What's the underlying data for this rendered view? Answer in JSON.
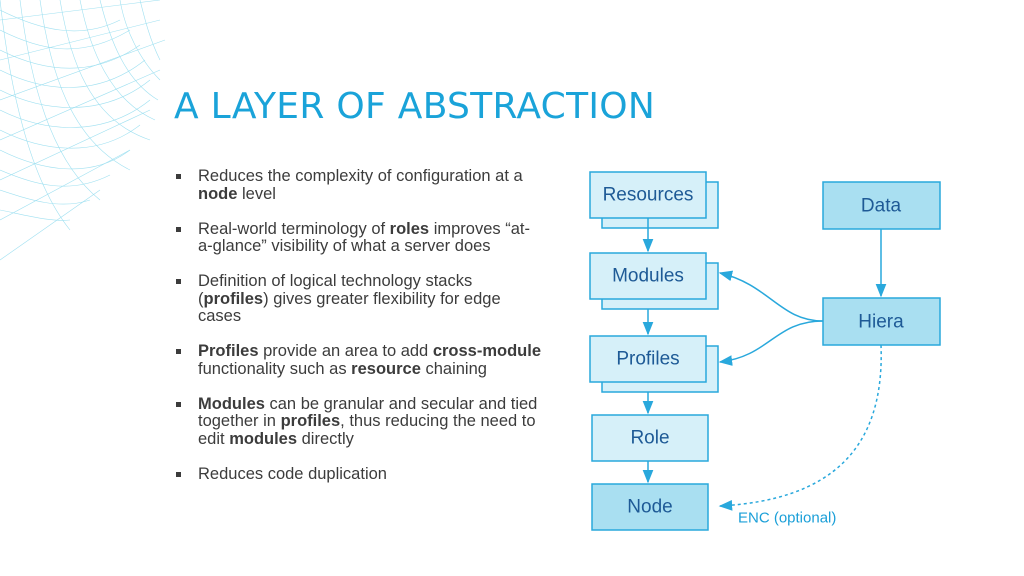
{
  "slide": {
    "title": "A LAYER OF ABSTRACTION",
    "bullets": [
      {
        "parts": [
          {
            "t": "Reduces the complexity of configuration at a ",
            "b": false
          },
          {
            "t": "node",
            "b": true
          },
          {
            "t": " level",
            "b": false
          }
        ]
      },
      {
        "parts": [
          {
            "t": "Real-world terminology of ",
            "b": false
          },
          {
            "t": "roles",
            "b": true
          },
          {
            "t": " improves “at-a-glance” visibility of what a server does",
            "b": false
          }
        ]
      },
      {
        "parts": [
          {
            "t": "Definition of logical technology stacks (",
            "b": false
          },
          {
            "t": "profiles",
            "b": true
          },
          {
            "t": ") gives greater flexibility for edge cases",
            "b": false
          }
        ]
      },
      {
        "parts": [
          {
            "t": "Profiles",
            "b": true
          },
          {
            "t": " provide an area to add ",
            "b": false
          },
          {
            "t": "cross-module",
            "b": true
          },
          {
            "t": " functionality such as ",
            "b": false
          },
          {
            "t": "resource",
            "b": true
          },
          {
            "t": " chaining",
            "b": false
          }
        ]
      },
      {
        "parts": [
          {
            "t": "Modules",
            "b": true
          },
          {
            "t": " can be granular and secular and tied together in ",
            "b": false
          },
          {
            "t": "profiles",
            "b": true
          },
          {
            "t": ", thus reducing the need to edit ",
            "b": false
          },
          {
            "t": "modules",
            "b": true
          },
          {
            "t": " directly",
            "b": false
          }
        ]
      },
      {
        "parts": [
          {
            "t": "Reduces code duplication",
            "b": false
          }
        ]
      }
    ]
  },
  "diagram": {
    "nodes": {
      "resources": "Resources",
      "modules": "Modules",
      "profiles": "Profiles",
      "role": "Role",
      "node": "Node",
      "data": "Data",
      "hiera": "Hiera"
    },
    "enc_label": "ENC (optional)"
  },
  "colors": {
    "title": "#1aa3d9",
    "box_fill": "#d6f0f9",
    "box_fill_dark": "#a9dff1",
    "box_stroke": "#29a8dc",
    "box_text": "#1e5a96",
    "arrow": "#29a8dc",
    "bullet_text": "#3c3c3c"
  }
}
